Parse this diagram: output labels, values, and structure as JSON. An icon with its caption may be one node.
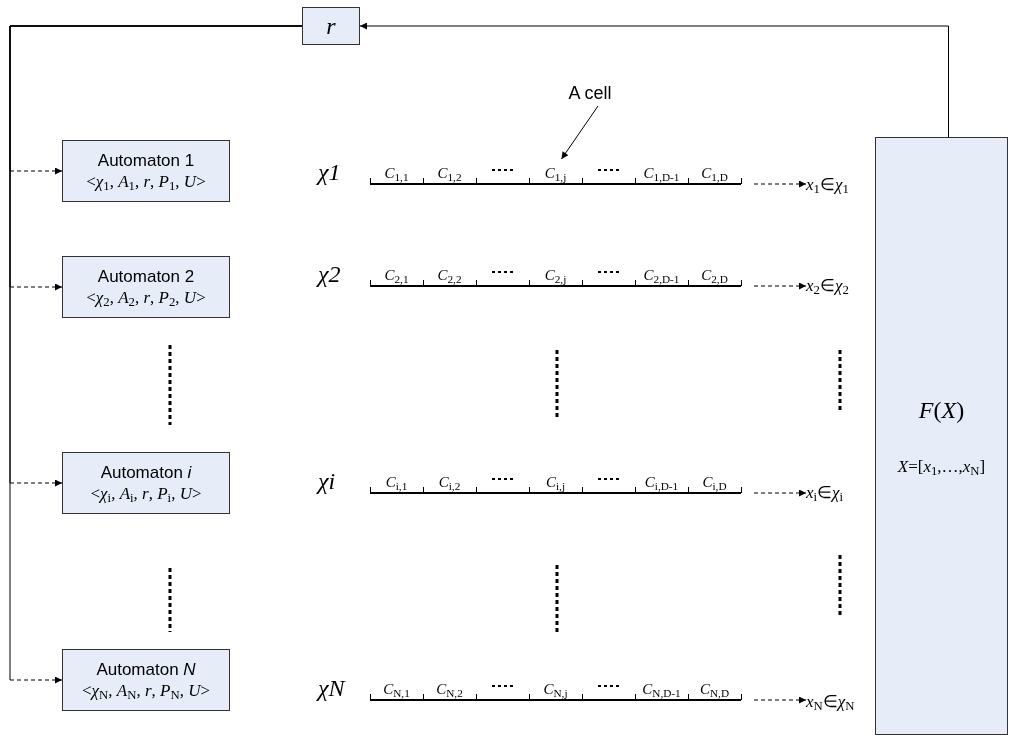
{
  "diagram": {
    "nodes": [
      {
        "text": [
          "r"
        ]
      },
      {
        "text": [
          "A cell"
        ]
      },
      {
        "text": [
          "Automaton 1",
          "<*χ*$_{1}$, *A*$_{1}$, *r*, *P*$_{1}$, *U*>"
        ]
      },
      {
        "text": [
          "*C*$_{1,j}$"
        ],
        "in": 12
      },
      {
        "text": [
          "*x*$_{1}$∈*χ*$_{1}$"
        ]
      },
      {
        "text": [
          "Automaton 2",
          "<*χ*$_{2}$, *A*$_{2}$, *r*, *P*$_{2}$, *U*>"
        ]
      },
      {
        "text": [
          "*x*$_{2}$∈*χ*$_{2}$"
        ]
      },
      {
        "text": [
          "*F*(*X*)",
          "*X*=[*x*$_{1}$,…,*x*$_{N}$]"
        ]
      },
      {
        "text": [
          "Automaton *i*",
          "<*χ*$_{i}$, *A*$_{i}$, *r*, *P*$_{i}$, *U*>"
        ]
      },
      {
        "text": [
          "*x*$_{i}$∈*χ*$_{i}$"
        ]
      },
      {
        "text": [
          "Automaton *N*",
          "<*χ*$_{N}$, *A*$_{N}$, *r*, *P*$_{N}$, *U*>"
        ]
      },
      {
        "text": [
          "*x*$_{N}$∈*χ*$_{N}$"
        ]
      },
      {
        "text": [],
        "shape": "bar"
      },
      {
        "text": [],
        "shape": "bar"
      },
      {
        "text": [],
        "shape": "bar"
      },
      {
        "text": [],
        "shape": "bar"
      }
    ],
    "edges": [
      {
        "from": 7,
        "to": 0,
        "arrow": "to"
      },
      {
        "from": 0,
        "to": 2,
        "arrow": "to",
        "style": "dashed"
      },
      {
        "from": 0,
        "to": 5,
        "arrow": "to",
        "style": "dashed"
      },
      {
        "from": 0,
        "to": 8,
        "arrow": "to",
        "style": "dashed"
      },
      {
        "from": 0,
        "to": 10,
        "arrow": "to",
        "style": "dashed"
      },
      {
        "from": 1,
        "to": 3,
        "arrow": "to"
      },
      {
        "from": 12,
        "to": 4,
        "arrow": "to",
        "style": "dashed"
      },
      {
        "from": 13,
        "to": 6,
        "arrow": "to",
        "style": "dashed"
      },
      {
        "from": 14,
        "to": 9,
        "arrow": "to",
        "style": "dashed"
      },
      {
        "from": 15,
        "to": 11,
        "arrow": "to",
        "style": "dashed"
      }
    ],
    "labels": [
      "χ1",
      "*C*$_{1,1}$",
      "*C*$_{1,2}$",
      "*C*$_{1,D-1}$",
      "*C*$_{1,D}$",
      "χ2",
      "*C*$_{2,1}$",
      "*C*$_{2,2}$",
      "*C*$_{2,j}$",
      "*C*$_{2,D-1}$",
      "*C*$_{2,D}$",
      "χi",
      "*C*$_{i,1}$",
      "*C*$_{i,2}$",
      "*C*$_{i,j}$",
      "*C*$_{i,D-1}$",
      "*C*$_{i,D}$",
      "χN",
      "*C*$_{N,1}$",
      "*C*$_{N,2}$",
      "*C*$_{N,j}$",
      "*C*$_{N,D-1}$",
      "*C*$_{N,D}$"
    ]
  }
}
